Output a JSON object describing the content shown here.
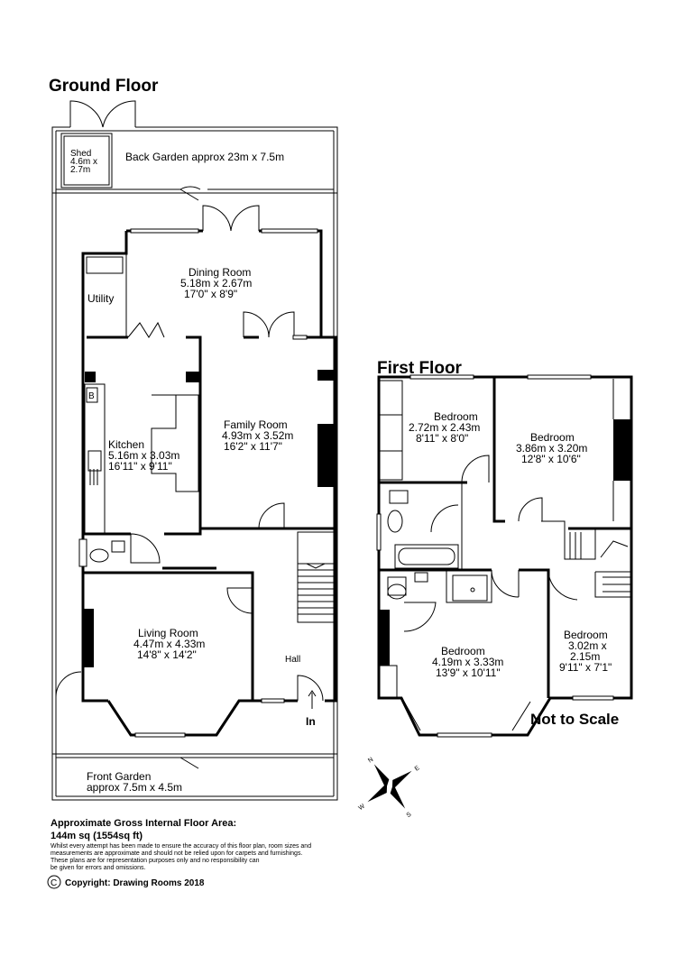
{
  "ground_floor": {
    "heading": "Ground Floor",
    "back_garden": {
      "label": "Back Garden approx 23m x 7.5m"
    },
    "shed": {
      "line1": "Shed",
      "line2": "4.6m x",
      "line3": "2.7m"
    },
    "utility": {
      "label": "Utility"
    },
    "dining_room": {
      "name": "Dining Room",
      "metric": "5.18m x 2.67m",
      "imperial": "17'0\" x 8'9\""
    },
    "family_room": {
      "name": "Family Room",
      "metric": "4.93m x 3.52m",
      "imperial": "16'2\" x 11'7\""
    },
    "kitchen": {
      "name": "Kitchen",
      "metric": "5.16m x 3.03m",
      "imperial": "16'11\" x 9'11\"",
      "boiler": "B"
    },
    "living_room": {
      "name": "Living Room",
      "metric": "4.47m x 4.33m",
      "imperial": "14'8\" x 14'2\""
    },
    "hall": {
      "label": "Hall"
    },
    "entrance": {
      "label": "In"
    },
    "front_garden": {
      "line1": "Front Garden",
      "line2": "approx 7.5m x 4.5m"
    }
  },
  "first_floor": {
    "heading": "First Floor",
    "bedroom_1": {
      "name": "Bedroom",
      "metric": "2.72m x 2.43m",
      "imperial": "8'11\" x 8'0\""
    },
    "bedroom_2": {
      "name": "Bedroom",
      "metric": "3.86m x 3.20m",
      "imperial": "12'8\" x 10'6\""
    },
    "bedroom_3": {
      "name": "Bedroom",
      "metric": "4.19m x 3.33m",
      "imperial": "13'9\" x 10'11\""
    },
    "bedroom_4": {
      "name": "Bedroom",
      "metric1": "3.02m x",
      "metric2": "2.15m",
      "imperial": "9'11\" x 7'1\""
    },
    "scale_note": "Not to Scale"
  },
  "compass": {
    "n": "N",
    "e": "E",
    "s": "S",
    "w": "W"
  },
  "footer": {
    "area_title": "Approximate Gross Internal Floor Area:",
    "area_value": "144m sq (1554sq ft)",
    "disclaimer_1": "Whilst every attempt has been made to ensure the accuracy of this floor plan, room sizes and",
    "disclaimer_2": "measurements are approximate and should not be relied upon for carpets and furnishings.",
    "disclaimer_3": "These plans are for representation purposes only and no responsibility can",
    "disclaimer_4": "be given for errors and omissions.",
    "copyright_symbol": "C",
    "copyright": "Copyright: Drawing Rooms 2018"
  }
}
